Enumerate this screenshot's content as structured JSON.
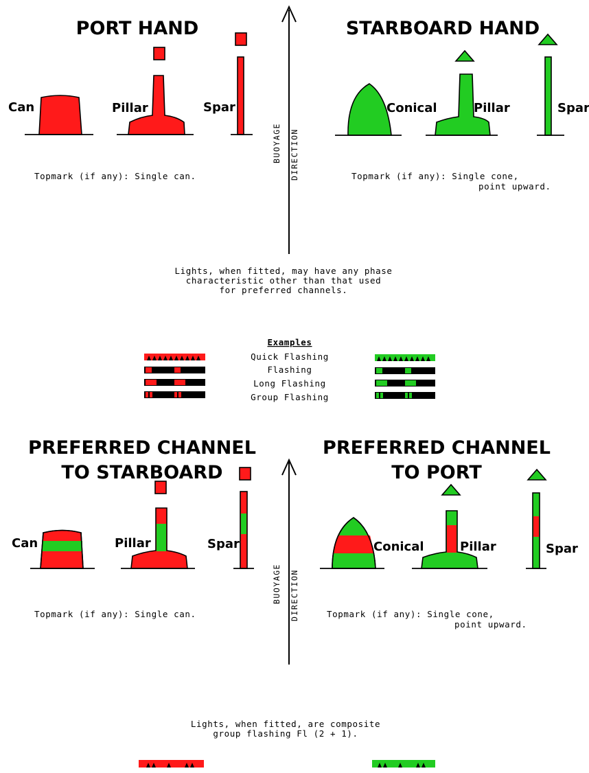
{
  "top": {
    "port_title": "PORT HAND",
    "starboard_title": "STARBOARD HAND",
    "port_labels": {
      "can": "Can",
      "pillar": "Pillar",
      "spar": "Spar"
    },
    "starboard_labels": {
      "conical": "Conical",
      "pillar": "Pillar",
      "spar": "Spar"
    },
    "direction_label_1": "BUOYAGE",
    "direction_label_2": "DIRECTION",
    "port_topmark": "Topmark (if any): Single can.",
    "starboard_topmark_1": "Topmark (if any): Single cone,",
    "starboard_topmark_2": "point upward.",
    "lights_line_1": "Lights, when fitted, may have any phase",
    "lights_line_2": "characteristic other than that used",
    "lights_line_3": "for preferred channels."
  },
  "examples": {
    "heading": "Examples",
    "rows": [
      "Quick Flashing",
      "Flashing",
      "Long Flashing",
      "Group Flashing"
    ]
  },
  "bottom": {
    "left_title_1": "PREFERRED CHANNEL",
    "left_title_2": "TO STARBOARD",
    "right_title_1": "PREFERRED CHANNEL",
    "right_title_2": "TO PORT",
    "left_labels": {
      "can": "Can",
      "pillar": "Pillar",
      "spar": "Spar"
    },
    "right_labels": {
      "conical": "Conical",
      "pillar": "Pillar",
      "spar": "Spar"
    },
    "direction_label_1": "BUOYAGE",
    "direction_label_2": "DIRECTION",
    "left_topmark": "Topmark (if any): Single can.",
    "right_topmark_1": "Topmark (if any): Single cone,",
    "right_topmark_2": "point upward.",
    "lights_line_1": "Lights, when fitted, are composite",
    "lights_line_2": "group flashing Fl (2 + 1)."
  },
  "colors": {
    "port_red": "#ff1a1a",
    "starboard_green": "#22cc22",
    "dark": "#000000"
  }
}
